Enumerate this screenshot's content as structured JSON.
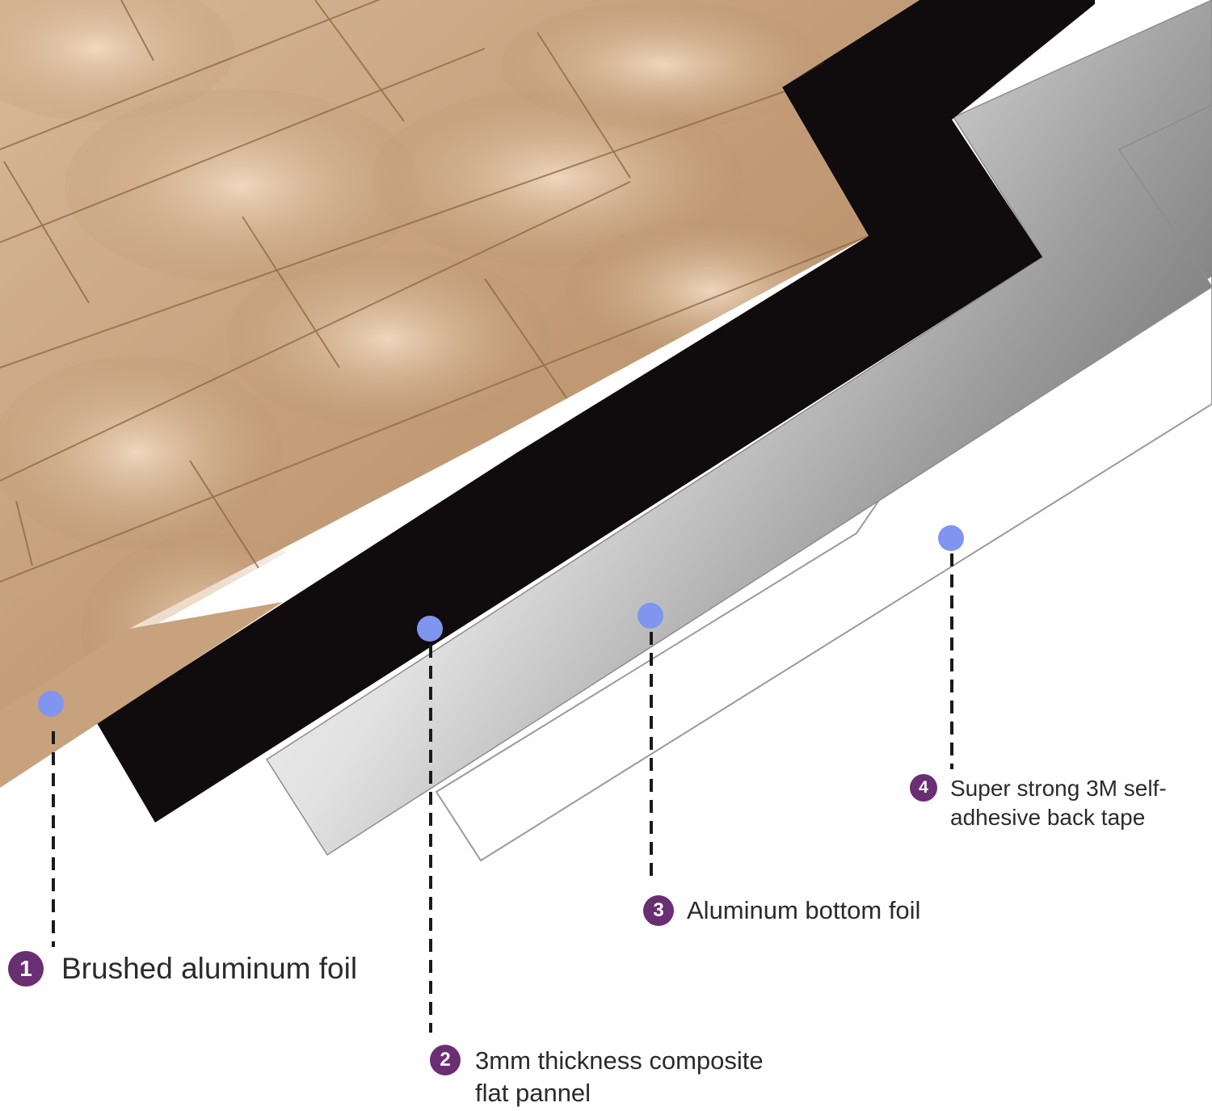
{
  "colors": {
    "marker": "#7f95ef",
    "badge": "#6a2e73",
    "panel": "#100c0e",
    "tile_light": "#dcbd9d",
    "tile_dark": "#a57f57"
  },
  "callouts": [
    {
      "number": "1",
      "lines": [
        "Brushed aluminum foil"
      ]
    },
    {
      "number": "2",
      "lines": [
        "3mm thickness composite",
        "flat pannel"
      ]
    },
    {
      "number": "3",
      "lines": [
        "Aluminum bottom foil"
      ]
    },
    {
      "number": "4",
      "lines": [
        "Super strong 3M self-",
        "adhesive back tape"
      ]
    }
  ]
}
